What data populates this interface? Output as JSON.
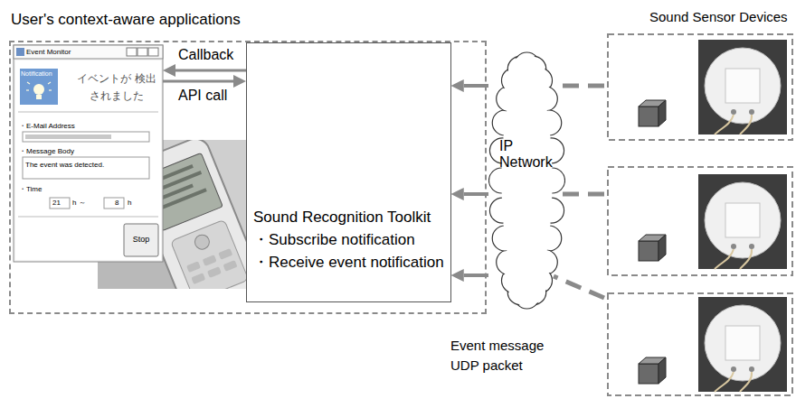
{
  "diagram": {
    "nodes": [
      {
        "text": [
          "User's context-aware applications"
        ]
      },
      {
        "text": [
          "Event Monitor",
          "Notification",
          "イベントが 検出されました",
          "・E-Mail Address",
          "・Message Body",
          "The event was detected.",
          "・Time",
          "21",
          "h ～",
          "8",
          "h",
          "Stop"
        ],
        "in": 0
      },
      {
        "text": [
          "Sound Recognition Toolkit",
          "・Subscribe notification",
          "・Receive event notification"
        ],
        "in": 0
      },
      {
        "text": [
          "IP Network"
        ]
      }
    ],
    "edges": [
      {
        "from": 2,
        "to": 1,
        "label": "Callback",
        "arrow": "to"
      },
      {
        "from": 1,
        "to": 2,
        "label": "API call",
        "arrow": "to"
      },
      {
        "from": 3,
        "to": 2,
        "arrow": "to"
      },
      {
        "from": 3,
        "to": 2,
        "arrow": "to"
      },
      {
        "from": 3,
        "to": 2,
        "arrow": "to"
      }
    ],
    "labels": [
      "Sound Sensor Devices",
      "Event message UDP packet"
    ]
  }
}
